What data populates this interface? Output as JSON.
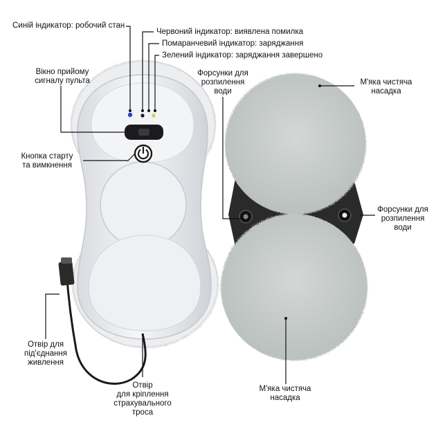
{
  "labels": {
    "blue_indicator": "Синій індикатор: робочий стан",
    "red_indicator": "Червоний індикатор: виявлена помилка",
    "orange_indicator": "Помаранчевий індикатор: заряджання",
    "green_indicator": "Зелений індикатор: заряджання завершено",
    "remote_window": [
      "Вікно прийому",
      "сигналу пульта"
    ],
    "power_button": [
      "Кнопка старту",
      "та вимкнення"
    ],
    "power_port": [
      "Отвір для",
      "під'єднання",
      "живлення"
    ],
    "rope_hole": [
      "Отвір",
      "для кріплення",
      "страхувального",
      "троса"
    ],
    "nozzles_top": [
      "Форсунки для",
      "розпилення",
      "води"
    ],
    "nozzles_right": [
      "Форсунки для",
      "розпилення",
      "води"
    ],
    "pad_top": [
      "М'яка чистяча",
      "насадка"
    ],
    "pad_bottom": [
      "М'яка чистяча",
      "насадка"
    ]
  },
  "colors": {
    "blue_led": "#2a3fd8",
    "red_led": "#1a1a1a",
    "green_led": "#c9d84a",
    "body": "#f1f2f5",
    "pad_front": "#eceef0",
    "pad_back": "#c8cdcb",
    "frame": "#2a2a2a"
  }
}
